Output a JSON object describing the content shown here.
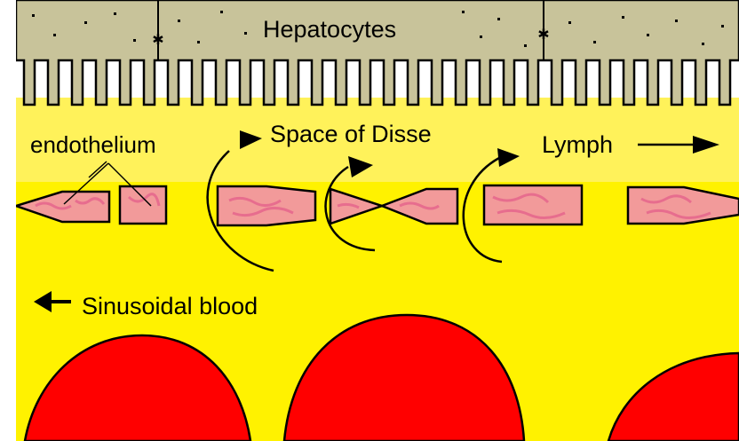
{
  "labels": {
    "hepatocytes": "Hepatocytes",
    "endothelium": "endothelium",
    "space_of_disse": "Space of Disse",
    "lymph": "Lymph",
    "sinusoidal_blood": "Sinusoidal blood"
  },
  "colors": {
    "background": "#ffffff",
    "hepatocyte": "#c8c39a",
    "space_of_disse": "#fff25a",
    "sinusoid": "#fff200",
    "endothelial_cell": "#f29a9a",
    "red_blood_cell": "#ff0000",
    "outline": "#000000"
  }
}
